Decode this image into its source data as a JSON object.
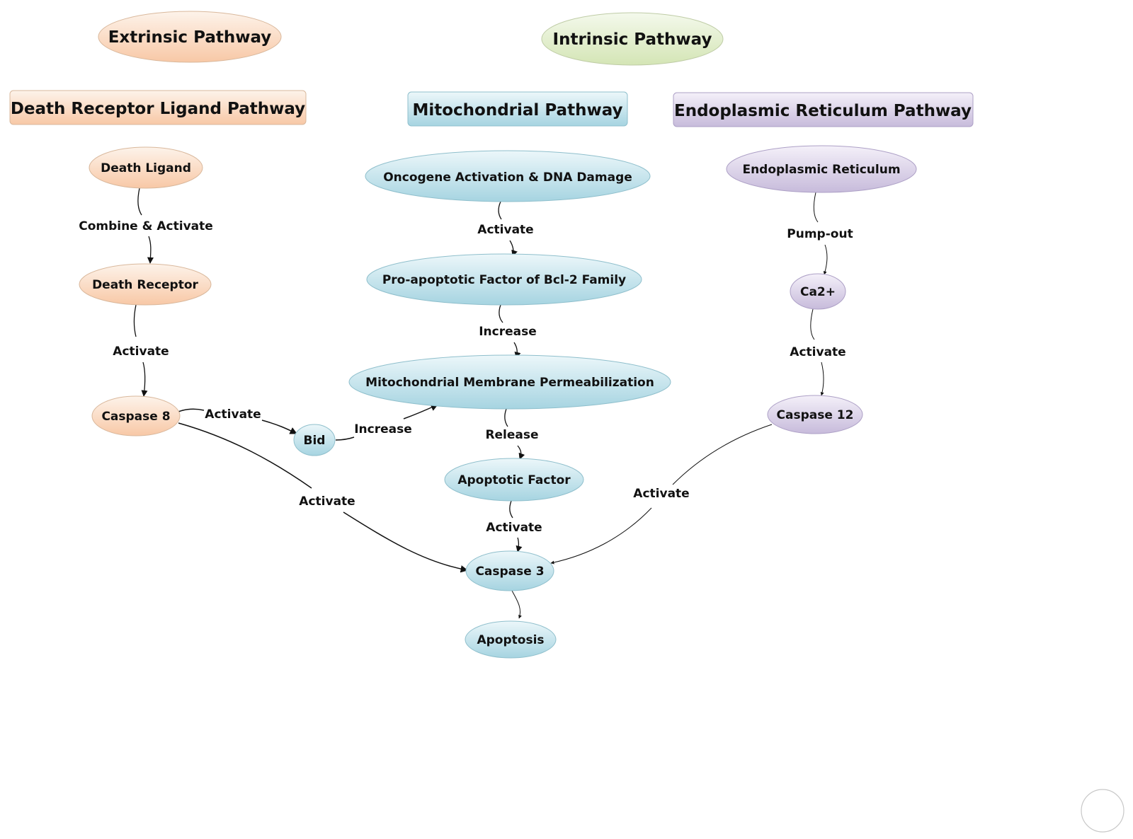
{
  "headers": {
    "extrinsic": "Extrinsic Pathway",
    "intrinsic": "Intrinsic Pathway"
  },
  "pathways": {
    "death_receptor": "Death Receptor Ligand Pathway",
    "mitochondrial": "Mitochondrial Pathway",
    "er": "Endoplasmic Reticulum Pathway"
  },
  "nodes": {
    "death_ligand": "Death Ligand",
    "death_receptor": "Death Receptor",
    "caspase8": "Caspase 8",
    "bid": "Bid",
    "oncogene": "Oncogene Activation & DNA Damage",
    "pro_apoptotic": "Pro-apoptotic Factor of Bcl-2 Family",
    "mmp": "Mitochondrial Membrane Permeabilization",
    "apoptotic_factor": "Apoptotic Factor",
    "caspase3": "Caspase 3",
    "apoptosis": "Apoptosis",
    "er": "Endoplasmic Reticulum",
    "ca2": "Ca2+",
    "caspase12": "Caspase 12"
  },
  "edges": {
    "combine_activate": "Combine & Activate",
    "dr_activate": "Activate",
    "c8_bid_activate": "Activate",
    "bid_increase": "Increase",
    "c8_c3_activate": "Activate",
    "onco_activate": "Activate",
    "pro_increase": "Increase",
    "mmp_release": "Release",
    "af_activate": "Activate",
    "pump_out": "Pump-out",
    "ca_activate": "Activate",
    "c12_activate": "Activate"
  },
  "colors": {
    "extrinsic_light": "#fdf1e8",
    "extrinsic_dark": "#f8c9a8",
    "intrinsic_light": "#f2f7e8",
    "intrinsic_dark": "#d6e6b8",
    "mito_light": "#eaf6f9",
    "mito_dark": "#a9d6e2",
    "er_light": "#f2eef7",
    "er_dark": "#c9bedc"
  }
}
